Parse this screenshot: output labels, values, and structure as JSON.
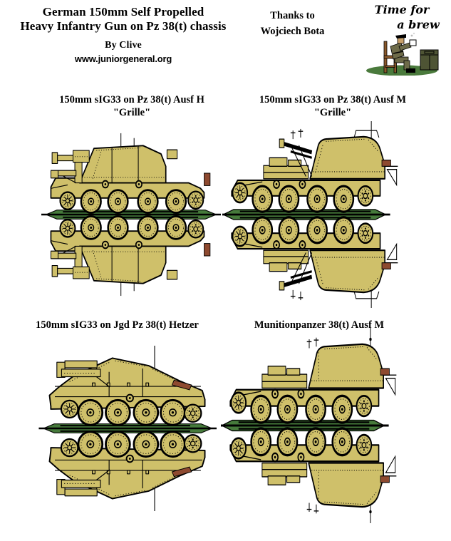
{
  "header": {
    "title_line1": "German 150mm Self Propelled",
    "title_line2": "Heavy Infantry Gun on Pz 38(t) chassis",
    "byline": "By Clive",
    "website": "www.juniorgeneral.org",
    "thanks_line1": "Thanks to",
    "thanks_line2": "Wojciech Bota",
    "brew_line1": "Time for",
    "brew_line2": "a brew"
  },
  "vehicles": [
    {
      "name": "grille-ausf-h",
      "label_line1": "150mm sIG33 on Pz 38(t) Ausf H",
      "label_line2": "\"Grille\""
    },
    {
      "name": "grille-ausf-m",
      "label_line1": "150mm sIG33 on Pz 38(t) Ausf M",
      "label_line2": "\"Grille\""
    },
    {
      "name": "hetzer",
      "label_line1": "150mm sIG33  on Jgd Pz 38(t) Hetzer",
      "label_line2": ""
    },
    {
      "name": "munitionpanzer",
      "label_line1": "Munitionpanzer 38(t) Ausf M",
      "label_line2": ""
    }
  ],
  "colors": {
    "body_tan": "#cfc06a",
    "outline": "#000000",
    "base_green": "#467a3b",
    "exhaust_brown": "#8e4a30",
    "uniform_olive": "#6e6b49",
    "crate_olive": "#4e5434",
    "chair_brown": "#8b5a2b",
    "ground_green": "#4a7a3c",
    "skin": "#c8a06a",
    "background": "#ffffff"
  }
}
